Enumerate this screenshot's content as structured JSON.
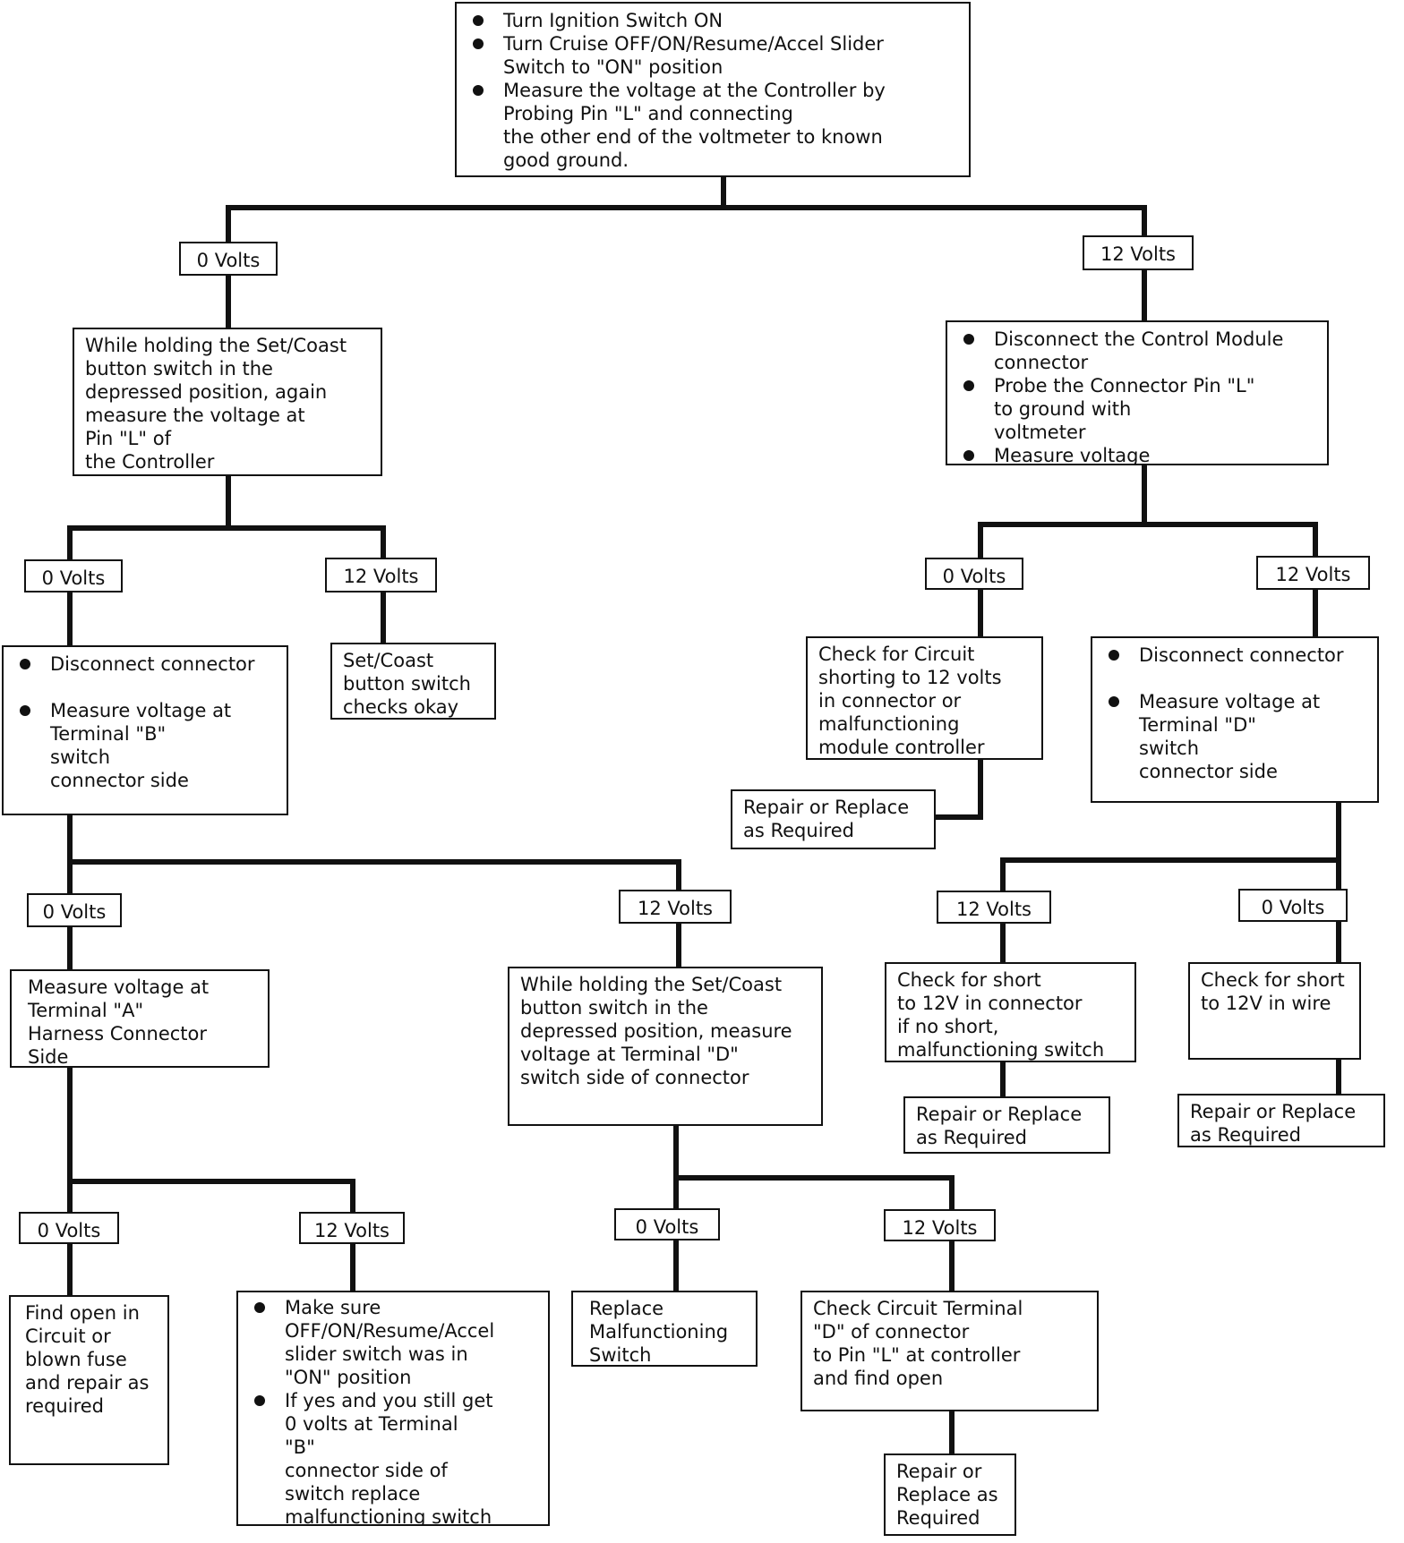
{
  "diagram": {
    "start": {
      "bullets": [
        "Turn Ignition Switch ON",
        "Turn Cruise OFF/ON/Resume/Accel Slider\nSwitch to \"ON\" position",
        "Measure the voltage at the Controller by\nProbing Pin \"L\"                and connecting\nthe other end of the voltmeter to known\ngood ground."
      ]
    },
    "labels": {
      "l0v": "0 Volts",
      "r12v": "12 Volts",
      "ll0v": "0 Volts",
      "ll12v": "12 Volts",
      "rl0v": "0 Volts",
      "rr12v": "12 Volts",
      "lll0v": "0 Volts",
      "llr12v": "12 Volts",
      "rrl12v": "12 Volts",
      "rrr0v": "0 Volts",
      "l4_0v": "0 Volts",
      "l4_12v": "12 Volts",
      "m4_0v": "0 Volts",
      "m4_12v": "12 Volts"
    },
    "boxes": {
      "setcoast_left": "While holding the Set/Coast\nbutton switch in the\ndepressed position, again\nmeasure the voltage at\nPin \"L\"                  of\nthe Controller",
      "right_module": [
        "Disconnect the Control Module\nconnector",
        "Probe the Connector Pin \"L\"\n               to ground with\nvoltmeter",
        "Measure voltage"
      ],
      "setcoast_ok": "Set/Coast\nbutton switch\nchecks okay",
      "disconnect_b": [
        "Disconnect connector",
        "Measure voltage at\nTerminal \"B\"\n                 switch\nconnector side"
      ],
      "check_circuit_12": "Check for Circuit\nshorting to 12 volts\nin connector or\nmalfunctioning\nmodule controller",
      "repair_1": "Repair or Replace\nas Required",
      "disconnect_d": [
        "Disconnect connector",
        "Measure voltage at\nTerminal \"D\"\n                 switch\nconnector side"
      ],
      "measure_a": "Measure voltage at\nTerminal \"A\"\n        Harness Connector\nSide",
      "setcoast_d": "While holding the Set/Coast\nbutton switch in the\ndepressed position, measure\nvoltage at Terminal \"D\"\nswitch side of connector",
      "short_connector": "Check for short\nto 12V in connector\n           if no short,\nmalfunctioning switch",
      "short_wire": "Check for short\nto 12V in wire",
      "repair_2": "Repair or Replace\nas Required",
      "repair_3": "Repair or Replace\nas Required",
      "find_open": "Find open in\nCircuit       or\nblown fuse\nand repair as\nrequired",
      "make_sure": [
        "Make sure\nOFF/ON/Resume/Accel\nslider switch was in\n\"ON\" position",
        "If yes and you still get\n0 volts at Terminal\n\"B\"\nconnector side of\nswitch replace\nmalfunctioning switch"
      ],
      "replace_switch": "Replace\nMalfunctioning\nSwitch",
      "check_circuit_d": "Check Circuit      Terminal\n\"D\" of connector\nto Pin \"L\" at controller\nand find open",
      "repair_4": "Repair or\nReplace as\nRequired"
    }
  }
}
